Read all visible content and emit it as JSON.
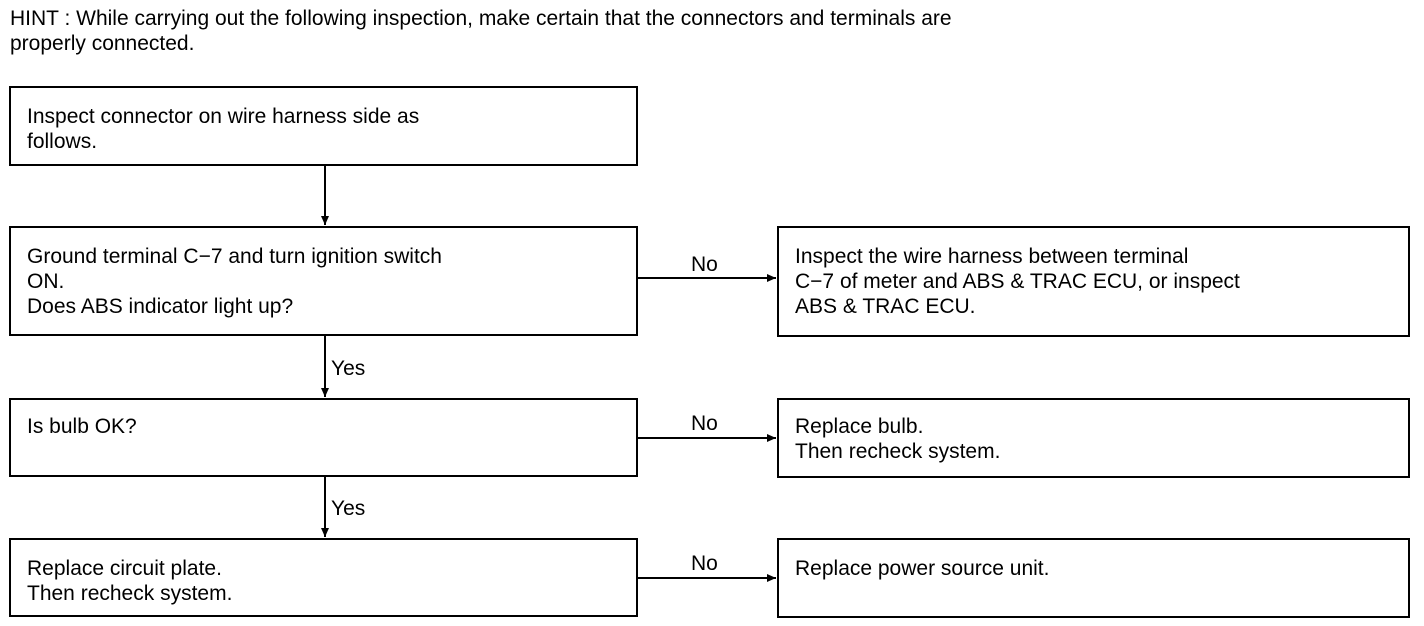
{
  "hint": {
    "line1": "HINT : While carrying out the following inspection, make certain that the connectors and terminals are",
    "line2": "properly connected."
  },
  "steps": {
    "step1": {
      "lines": [
        "Inspect connector on wire harness side as",
        "follows."
      ]
    },
    "step2": {
      "lines": [
        "Ground terminal C−7 and turn ignition switch",
        "ON.",
        "Does ABS indicator light up?"
      ]
    },
    "step3": {
      "lines": [
        "Is bulb OK?"
      ]
    },
    "step4": {
      "lines": [
        "Replace circuit plate.",
        "Then recheck system."
      ]
    }
  },
  "actions": {
    "action2": {
      "lines": [
        "Inspect the wire harness between terminal",
        "C−7 of meter and ABS & TRAC ECU, or inspect",
        "ABS & TRAC ECU."
      ]
    },
    "action3": {
      "lines": [
        "Replace bulb.",
        "Then recheck system."
      ]
    },
    "action4": {
      "lines": [
        "Replace power source unit."
      ]
    }
  },
  "branch_labels": {
    "no": "No",
    "yes": "Yes"
  },
  "colors": {
    "line": "#000000",
    "background": "#ffffff"
  }
}
